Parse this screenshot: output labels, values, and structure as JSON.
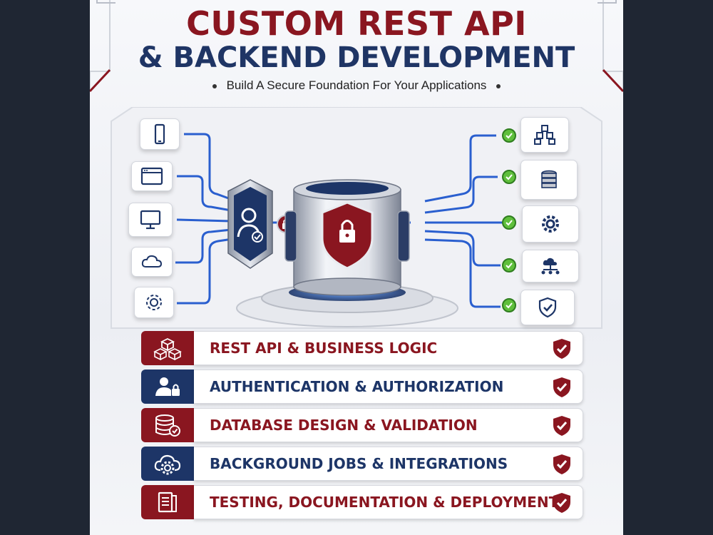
{
  "header": {
    "title_line1": "CUSTOM REST API",
    "title_line2": "& BACKEND DEVELOPMENT",
    "subtitle": "Build A Secure Foundation For Your Applications"
  },
  "diagram": {
    "left_icons": [
      "smartphone-icon",
      "browser-window-icon",
      "desktop-monitor-icon",
      "cloud-icon",
      "gear-icon"
    ],
    "right_icons": [
      "cubes-icon",
      "database-icon",
      "gear-icon",
      "network-icon",
      "shield-check-icon"
    ]
  },
  "features": [
    {
      "label": "REST API & BUSINESS LOGIC",
      "icon": "cubes-icon",
      "accent": "red"
    },
    {
      "label": "AUTHENTICATION & AUTHORIZATION",
      "icon": "user-lock-icon",
      "accent": "blue"
    },
    {
      "label": "DATABASE DESIGN & VALIDATION",
      "icon": "database-check-icon",
      "accent": "red"
    },
    {
      "label": "BACKGROUND JOBS & INTEGRATIONS",
      "icon": "cloud-gear-icon",
      "accent": "blue"
    },
    {
      "label": "TESTING, DOCUMENTATION & DEPLOYMENT",
      "icon": "document-icon",
      "accent": "red"
    }
  ],
  "colors": {
    "accent_red": "#8a1620",
    "accent_blue": "#1d3567",
    "wire_blue": "#2a5fcf",
    "check_green": "#5fbf3c"
  }
}
